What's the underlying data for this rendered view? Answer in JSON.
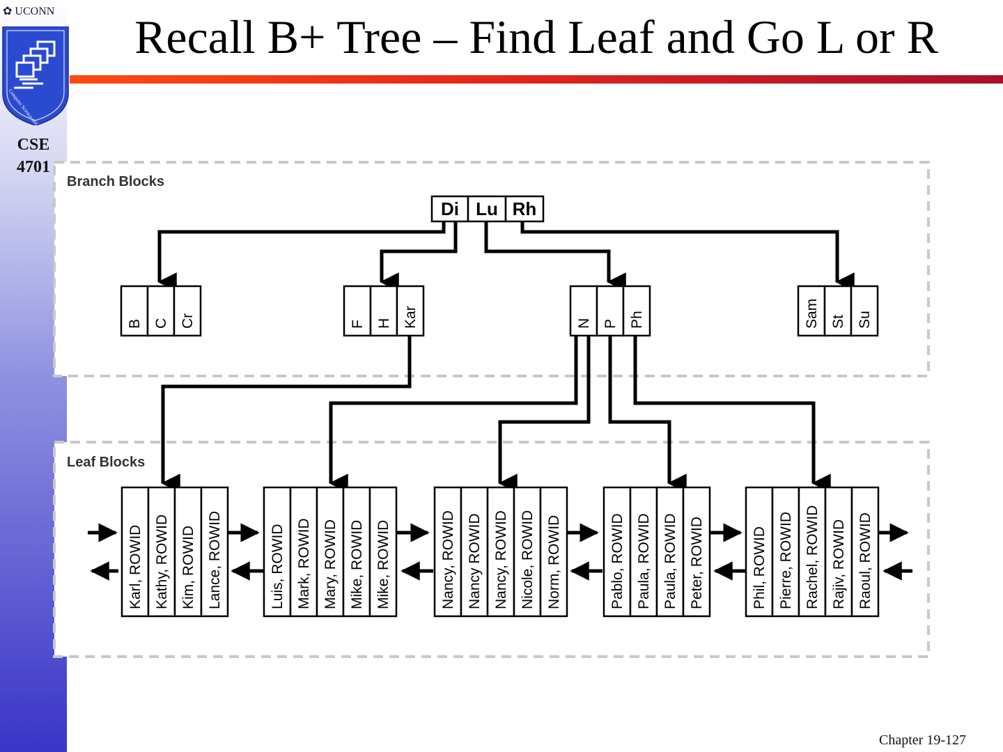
{
  "header": {
    "uconn_label": "UCONN",
    "logo_ring_text": "Computer Science and Engineering",
    "course": [
      "CSE",
      "4701"
    ],
    "title": "Recall B+ Tree – Find Leaf and Go L or R"
  },
  "diagram": {
    "branch_region_label": "Branch Blocks",
    "leaf_region_label": "Leaf Blocks",
    "root_keys": [
      "Di",
      "Lu",
      "Rh"
    ],
    "branch_nodes": [
      [
        "B",
        "C",
        "Cr"
      ],
      [
        "F",
        "H",
        "Kar"
      ],
      [
        "N",
        "P",
        "Ph"
      ],
      [
        "Sam",
        "St",
        "Su"
      ]
    ],
    "leaf_nodes": [
      [
        "Karl, ROWID",
        "Kathy, ROWID",
        "Kim, ROWID",
        "Lance, ROWID"
      ],
      [
        "Luis, ROWID",
        "Mark, ROWID",
        "Mary, ROWID",
        "Mike, ROWID",
        "Mike, ROWID"
      ],
      [
        "Nancy, ROWID",
        "Nancy ROWID",
        "Nancy, ROWID",
        "Nicole, ROWID",
        "Norm, ROWID"
      ],
      [
        "Pablo, ROWID",
        "Paula, ROWID",
        "Paula, ROWID",
        "Peter, ROWID"
      ],
      [
        "Phil, ROWID",
        "Pierre, ROWID",
        "Rachel, ROWID",
        "Rajiv, ROWID",
        "Raoul, ROWID"
      ]
    ]
  },
  "footer": {
    "page_label": "Chapter 19-127"
  },
  "colors": {
    "sidebar_bottom": "#3a34c8",
    "title_bar_start": "#ff4a12",
    "title_bar_end": "#a8102a",
    "dashed_border": "#c8c8c8"
  }
}
